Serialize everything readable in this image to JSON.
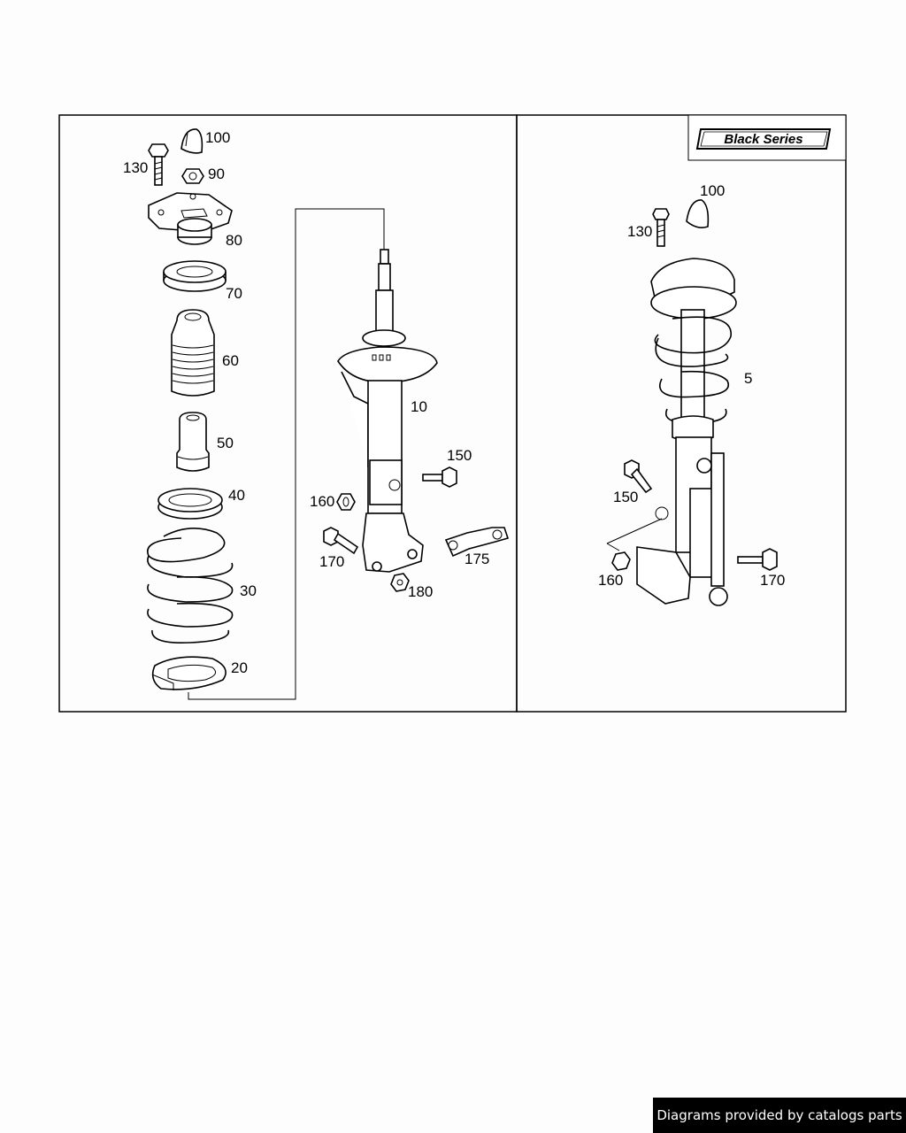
{
  "badge": "Black Series",
  "footer": "Diagrams provided by catalogs parts",
  "left_panel": {
    "callouts": [
      "100",
      "130",
      "90",
      "80",
      "70",
      "60",
      "50",
      "40",
      "30",
      "20",
      "10",
      "150",
      "160",
      "170",
      "175",
      "180"
    ]
  },
  "right_panel": {
    "callouts": [
      "100",
      "130",
      "5",
      "150",
      "160",
      "170"
    ]
  }
}
